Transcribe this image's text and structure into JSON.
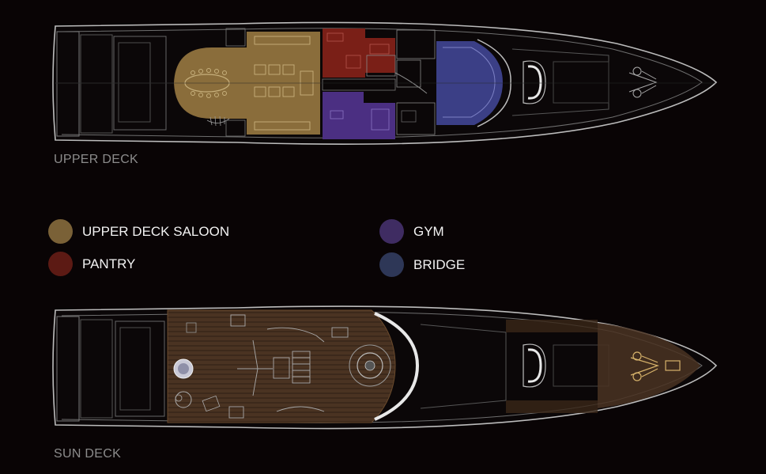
{
  "decks": {
    "upper": {
      "label": "UPPER DECK"
    },
    "sun": {
      "label": "SUN DECK"
    }
  },
  "legend": [
    {
      "label": "UPPER DECK SALOON",
      "color": "#7a6137"
    },
    {
      "label": "PANTRY",
      "color": "#5c1a14"
    },
    {
      "label": "GYM",
      "color": "#3f2c62"
    },
    {
      "label": "BRIDGE",
      "color": "#2e3757"
    }
  ],
  "colors": {
    "background": "#090405",
    "hull_line": "#bcbcbc",
    "detail_line": "#6e6e6e",
    "saloon_fill": "#8a6d3b",
    "pantry_fill": "#7a1f17",
    "gym_fill": "#4b2f82",
    "bridge_fill": "#3b3f86",
    "teak": "#4a3322",
    "teak_light": "#6a4a2c"
  },
  "icons": [
    "helm-wheel-icon",
    "jacuzzi-icon",
    "stair-icon"
  ]
}
